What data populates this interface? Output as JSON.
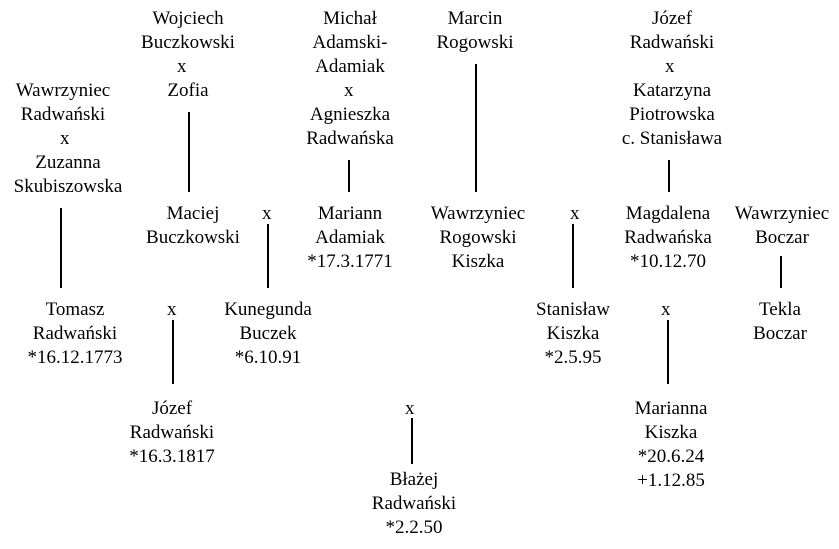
{
  "persons": {
    "wojciech_buczkowski": [
      "Wojciech",
      "Buczkowski"
    ],
    "zofia": [
      "Zofia"
    ],
    "michal_adamski": [
      "Michał",
      "Adamski-",
      "Adamiak"
    ],
    "agnieszka_radwanska": [
      "Agnieszka",
      "Radwańska"
    ],
    "marcin_rogowski": [
      "Marcin",
      "Rogowski"
    ],
    "jozef_radwanski_sr": [
      "Józef",
      "Radwański"
    ],
    "katarzyna_piotrowska": [
      "Katarzyna",
      "Piotrowska",
      "c. Stanisława"
    ],
    "wawrzyniec_radwanski": [
      "Wawrzyniec",
      "Radwański"
    ],
    "zuzanna_skubiszowska": [
      "Zuzanna",
      "Skubiszowska"
    ],
    "maciej_buczkowski": [
      "Maciej",
      "Buczkowski"
    ],
    "mariann_adamiak": [
      "Mariann",
      "Adamiak",
      "*17.3.1771"
    ],
    "wawrzyniec_rogowski": [
      "Wawrzyniec",
      "Rogowski",
      "Kiszka"
    ],
    "magdalena_radwanska": [
      "Magdalena",
      "Radwańska",
      "*10.12.70"
    ],
    "wawrzyniec_boczar": [
      "Wawrzyniec",
      "Boczar"
    ],
    "tomasz_radwanski": [
      "Tomasz",
      "Radwański",
      "*16.12.1773"
    ],
    "kunegunda_buczek": [
      "Kunegunda",
      "Buczek",
      "*6.10.91"
    ],
    "stanislaw_kiszka": [
      "Stanisław",
      "Kiszka",
      "*2.5.95"
    ],
    "tekla_boczar": [
      "Tekla",
      "Boczar"
    ],
    "jozef_radwanski_jr": [
      "Józef",
      "Radwański",
      "*16.3.1817"
    ],
    "marianna_kiszka": [
      "Marianna",
      "Kiszka",
      "*20.6.24",
      "+1.12.85"
    ],
    "blazej_radwanski": [
      "Błażej",
      "Radwański",
      "*2.2.50"
    ]
  },
  "marriage_symbol": "x"
}
